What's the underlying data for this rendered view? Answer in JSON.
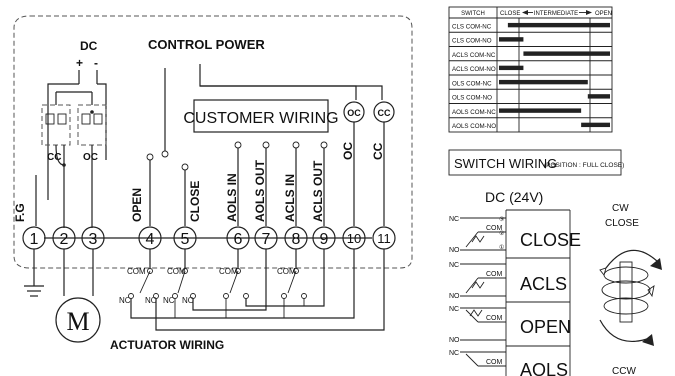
{
  "wiring": {
    "dc_label": "DC",
    "plus": "+",
    "minus": "-",
    "control_power": "CONTROL POWER",
    "customer_wiring": "CUSTOMER WIRING",
    "actuator_wiring": "ACTUATOR WIRING",
    "motor": "M",
    "cc": "CC",
    "oc": "OC",
    "fg": "F.G",
    "terminals": [
      "1",
      "2",
      "3",
      "4",
      "5",
      "6",
      "7",
      "8",
      "9",
      "10",
      "11"
    ],
    "terminal_labels": [
      "OPEN",
      "CLOSE",
      "AOLS IN",
      "AOLS OUT",
      "ACLS IN",
      "ACLS OUT",
      "OC",
      "CC"
    ],
    "switch_com": "COM",
    "switch_nc": "NC",
    "switch_no": "NO"
  },
  "switch_table": {
    "header_switch": "SWITCH",
    "header_close": "CLOSE",
    "header_intermediate": "INTERMEDIATE",
    "header_open": "OPEN",
    "rows": [
      {
        "name": "CLS COM-NC",
        "bars": [
          [
            0.08,
            1.0
          ]
        ]
      },
      {
        "name": "CLS COM-NO",
        "bars": [
          [
            0.0,
            0.22
          ]
        ]
      },
      {
        "name": "ACLS COM-NC",
        "bars": [
          [
            0.22,
            1.0
          ]
        ]
      },
      {
        "name": "ACLS COM-NO",
        "bars": [
          [
            0.0,
            0.22
          ]
        ]
      },
      {
        "name": "OLS COM-NC",
        "bars": [
          [
            0.0,
            0.8
          ]
        ]
      },
      {
        "name": "OLS COM-NO",
        "bars": [
          [
            0.8,
            1.0
          ]
        ]
      },
      {
        "name": "AOLS COM-NC",
        "bars": [
          [
            0.0,
            0.74
          ]
        ]
      },
      {
        "name": "AOLS COM-NO",
        "bars": [
          [
            0.74,
            1.0
          ]
        ]
      }
    ]
  },
  "switch_wiring": {
    "title": "SWITCH WIRING",
    "position_note": "(POSITION : FULL CLOSE)",
    "dc_label": "DC (24V)",
    "groups": [
      "CLOSE",
      "ACLS",
      "OPEN",
      "AOLS"
    ],
    "nc": "NC",
    "no": "NO",
    "com": "COM",
    "cw": "CW",
    "close_label": "CLOSE",
    "ccw": "CCW",
    "pin_labels": [
      "①",
      "②",
      "③"
    ]
  }
}
